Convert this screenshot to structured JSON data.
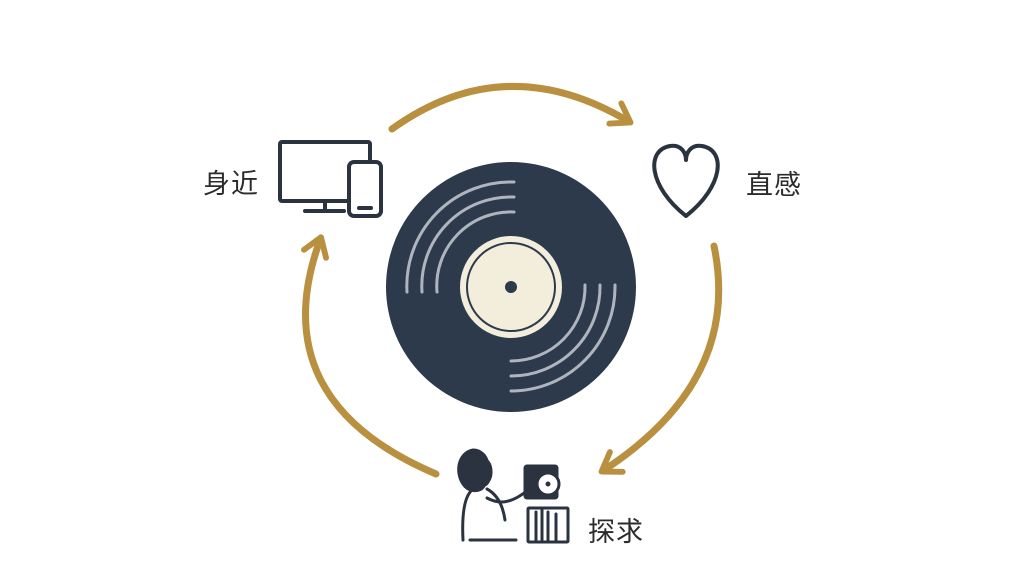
{
  "labels": {
    "accessible": "身近",
    "intuitive": "直感",
    "explore": "探求"
  },
  "colors": {
    "arrow": "#b8903f",
    "record": "#2c3a4c",
    "groove": "#aeb5bf",
    "record_label": "#f3eedc",
    "icon_stroke": "#2b3240",
    "background": "#ffffff"
  },
  "icons": {
    "accessible": "monitor-and-smartphone-icon",
    "intuitive": "heart-icon",
    "explore": "person-holding-record-icon",
    "center": "vinyl-record-icon"
  }
}
